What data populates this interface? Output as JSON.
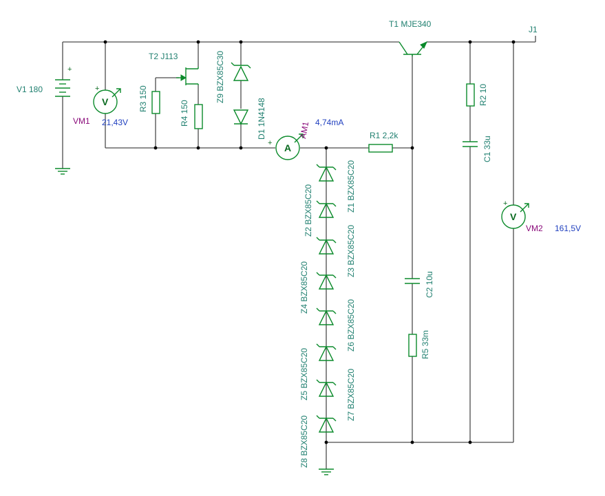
{
  "components": {
    "v1": {
      "label": "V1 180"
    },
    "vm1": {
      "name": "VM1",
      "value": "21,43V",
      "letter": "V"
    },
    "t2": {
      "label": "T2 J113"
    },
    "r3": {
      "label": "R3 150"
    },
    "r4": {
      "label": "R4 150"
    },
    "z9": {
      "label": "Z9 BZX85C30"
    },
    "d1": {
      "label": "D1 1N4148"
    },
    "am1": {
      "name": "AM1",
      "value": "4,74mA",
      "letter": "A"
    },
    "r1": {
      "label": "R1 2,2k"
    },
    "t1": {
      "label": "T1 MJE340"
    },
    "j1": {
      "label": "J1"
    },
    "r2": {
      "label": "R2 10"
    },
    "c1": {
      "label": "C1 33u"
    },
    "vm2": {
      "name": "VM2",
      "value": "161,5V",
      "letter": "V"
    },
    "c2": {
      "label": "C2 10u"
    },
    "r5": {
      "label": "R5 33m"
    },
    "z1": {
      "label": "Z1 BZX85C20"
    },
    "z2": {
      "label": "Z2 BZX85C20"
    },
    "z3": {
      "label": "Z3 BZX85C20"
    },
    "z4": {
      "label": "Z4 BZX85C20"
    },
    "z5": {
      "label": "Z5 BZX85C20"
    },
    "z6": {
      "label": "Z6 BZX85C20"
    },
    "z7": {
      "label": "Z7 BZX85C20"
    },
    "z8": {
      "label": "Z8 BZX85C20"
    }
  },
  "symbols": {
    "plus": "+",
    "minus": "-"
  }
}
